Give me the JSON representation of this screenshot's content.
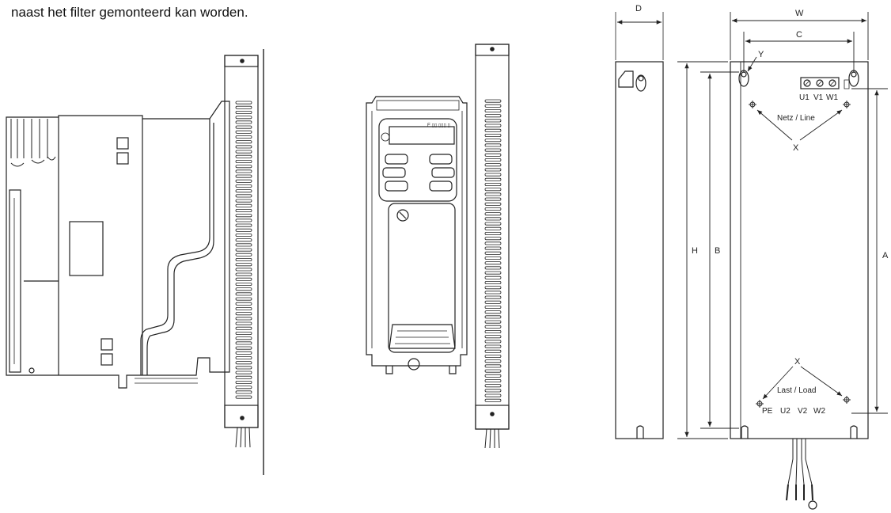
{
  "caption": "naast het filter gemonteerd kan worden.",
  "labels": {
    "D": "D",
    "W": "W",
    "C": "C",
    "Y": "Y",
    "H": "H",
    "B": "B",
    "A": "A",
    "X_top": "X",
    "X_bottom": "X",
    "netz_line": "Netz / Line",
    "last_load": "Last / Load",
    "U1": "U1",
    "V1": "V1",
    "W1": "W1",
    "PE": "PE",
    "U2": "U2",
    "V2": "V2",
    "W2": "W2"
  },
  "colors": {
    "line": "#222222",
    "text": "#222222",
    "background": "#ffffff"
  }
}
